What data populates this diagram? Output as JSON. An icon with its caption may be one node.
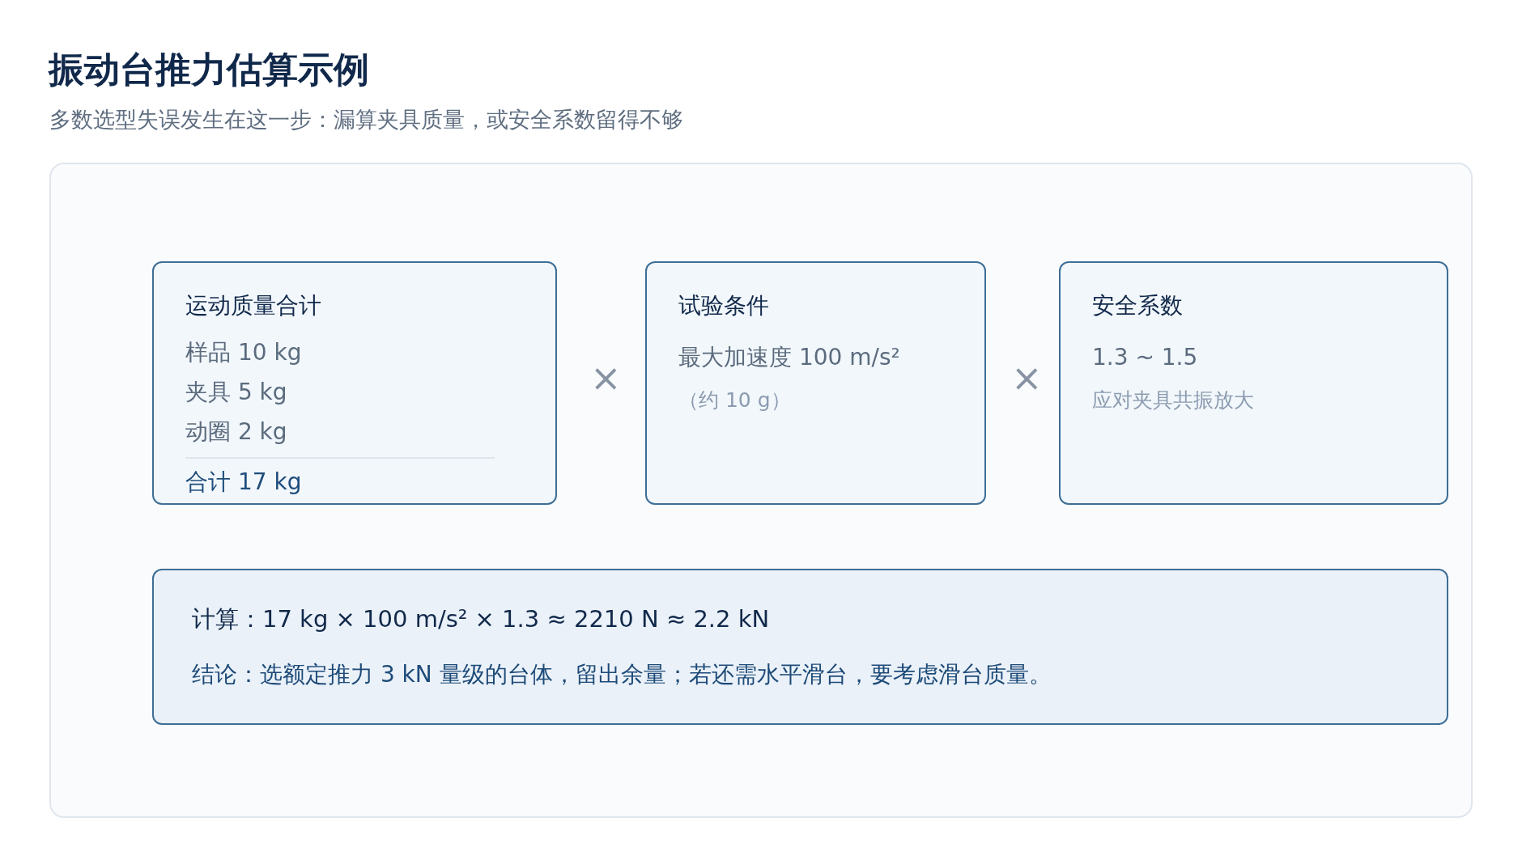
{
  "diagram": {
    "title": "振动台推力估算示例",
    "nodes": [
      {
        "text": [
          "运动质量合计",
          "样品 10 kg",
          "夹具 5 kg",
          "动圈 2 kg",
          "合计 17 kg"
        ]
      },
      {
        "text": [
          "试验条件",
          "最大加速度 100 m/s²",
          "（约 10 g）"
        ]
      },
      {
        "text": [
          "安全系数",
          "1.3 ~ 1.5",
          "应对夹具共振放大"
        ]
      },
      {
        "text": [
          "计算：17 kg × 100 m/s² × 1.3 ≈ 2210 N ≈ 2.2 kN",
          "结论：选额定推力 3 kN 量级的台体，留出余量；若还需水平滑台，要考虑滑台质量。"
        ]
      }
    ],
    "edges": [],
    "labels": [
      "多数选型失误发生在这一步：漏算夹具质量，或安全系数留得不够",
      "×",
      "×"
    ]
  }
}
